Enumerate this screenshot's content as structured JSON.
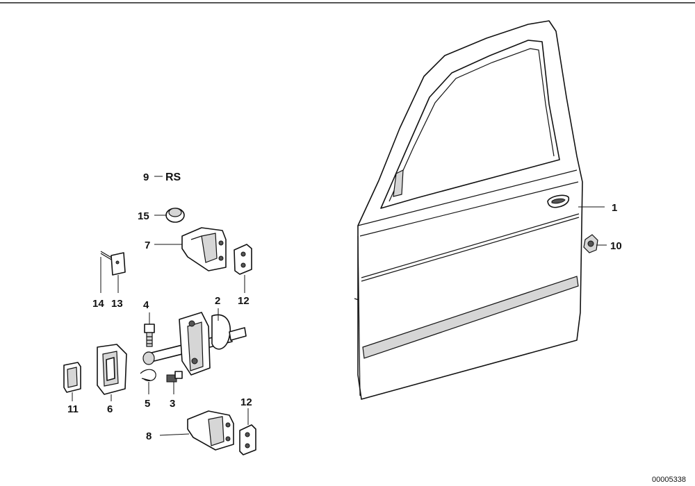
{
  "diagram": {
    "reference_number": "00005338",
    "callouts": {
      "door": "1",
      "door_check_strap": "2",
      "screw": "3",
      "bolt": "4",
      "clip": "5",
      "cover_large": "6",
      "upper_hinge": "7",
      "lower_hinge": "8",
      "repair_set": "9",
      "repair_set_suffix": "RS",
      "clip_nut": "10",
      "cover_small": "11",
      "hinge_plate_upper": "12",
      "hinge_plate_lower": "12",
      "shim_plate": "13",
      "pin": "14",
      "grommet": "15"
    }
  }
}
